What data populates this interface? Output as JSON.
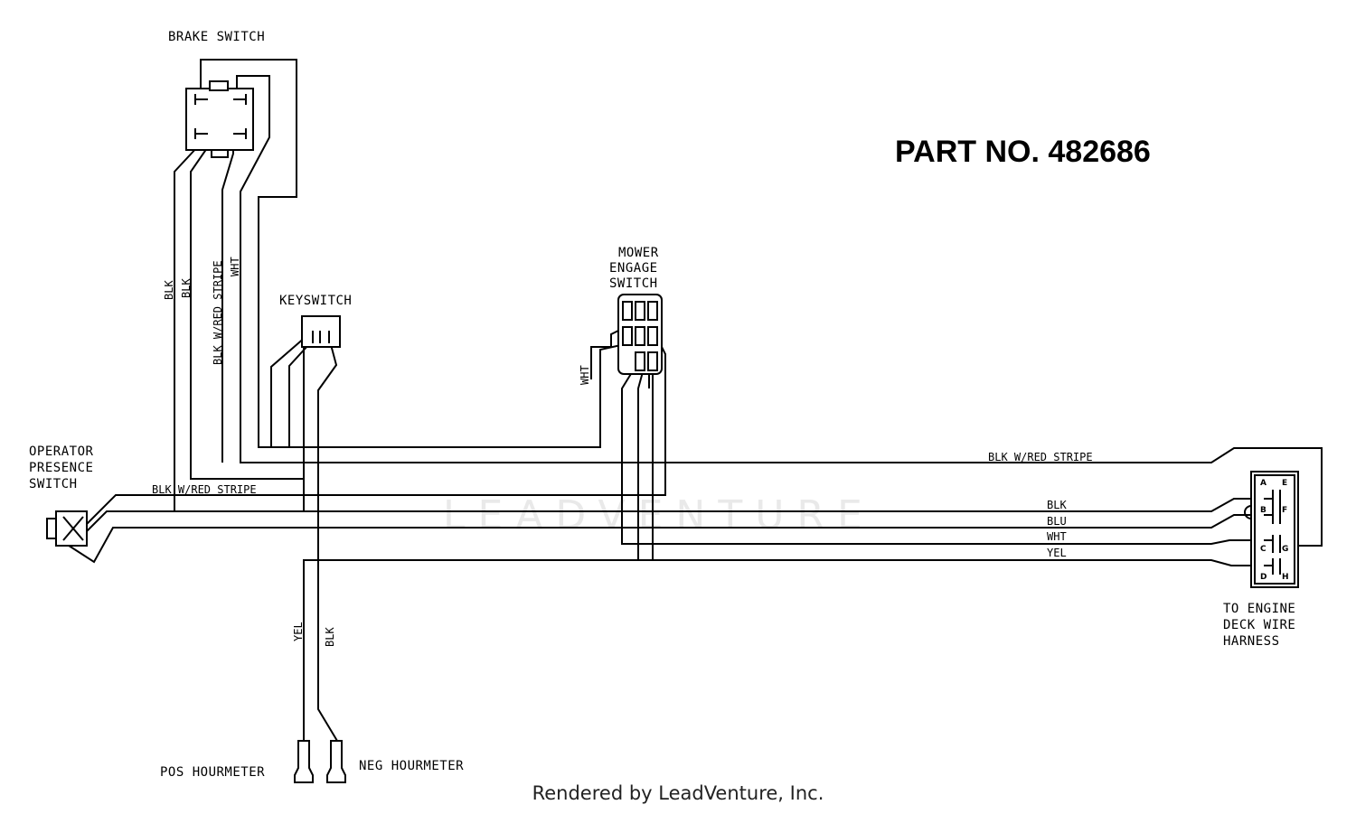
{
  "title": "PART NO. 482686",
  "footer": "Rendered by LeadVenture, Inc.",
  "watermark": "LEADVENTURE",
  "components": {
    "brake_switch": "BRAKE SWITCH",
    "keyswitch": "KEYSWITCH",
    "mower_engage": [
      "MOWER",
      "ENGAGE",
      "SWITCH"
    ],
    "operator_presence": [
      "OPERATOR",
      "PRESENCE",
      "SWITCH"
    ],
    "engine_harness": [
      "TO ENGINE",
      "DECK WIRE",
      "HARNESS"
    ],
    "pos_hourmeter": "POS HOURMETER",
    "neg_hourmeter": "NEG HOURMETER"
  },
  "connector_pins": [
    "A",
    "B",
    "C",
    "D",
    "E",
    "F",
    "G",
    "H"
  ],
  "wire_labels": {
    "brake_blk_1": "BLK",
    "brake_blk_2": "BLK",
    "brake_blk_red": "BLK W/RED STRIPE",
    "brake_wht": "WHT",
    "mower_wht": "WHT",
    "main_blk_red": "BLK W/RED STRIPE",
    "ops_blk_red": "BLK W/RED STRIPE",
    "harness_blk": "BLK",
    "harness_blu": "BLU",
    "harness_wht": "WHT",
    "harness_yel": "YEL",
    "hour_yel": "YEL",
    "hour_blk": "BLK"
  }
}
